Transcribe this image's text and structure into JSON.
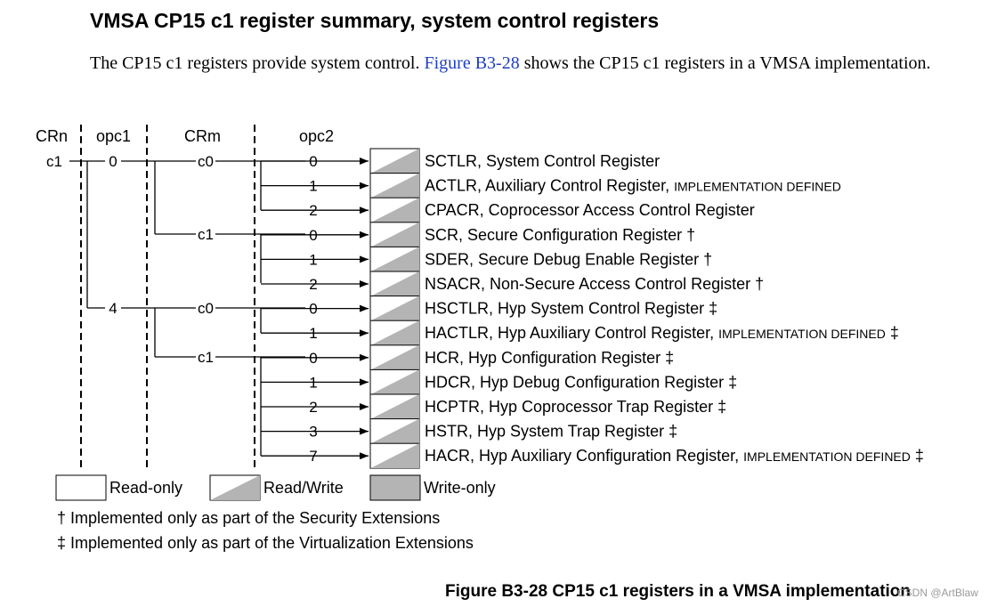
{
  "heading": "VMSA CP15 c1 register summary, system control registers",
  "intro": {
    "before": "The CP15 c1 registers provide system control.",
    "link": "Figure B3-28",
    "after": "shows the CP15 c1 registers in a VMSA implementation."
  },
  "diagram": {
    "column_headers": {
      "crn": "CRn",
      "opc1": "opc1",
      "crm": "CRm",
      "opc2": "opc2"
    },
    "crn_value": "c1",
    "opc1_values": [
      "0",
      "4"
    ],
    "crm_values": [
      "c0",
      "c1",
      "c0",
      "c1"
    ],
    "registers": [
      {
        "opc2": "0",
        "name": "SCTLR, System Control Register",
        "impl": "",
        "mark": ""
      },
      {
        "opc2": "1",
        "name": "ACTLR, Auxiliary Control Register,",
        "impl": "IMPLEMENTATION DEFINED",
        "mark": ""
      },
      {
        "opc2": "2",
        "name": "CPACR, Coprocessor Access Control Register",
        "impl": "",
        "mark": ""
      },
      {
        "opc2": "0",
        "name": "SCR, Secure Configuration Register",
        "impl": "",
        "mark": "†"
      },
      {
        "opc2": "1",
        "name": "SDER, Secure Debug Enable Register",
        "impl": "",
        "mark": "†"
      },
      {
        "opc2": "2",
        "name": "NSACR, Non-Secure Access Control Register",
        "impl": "",
        "mark": "†"
      },
      {
        "opc2": "0",
        "name": "HSCTLR, Hyp System Control Register",
        "impl": "",
        "mark": "‡"
      },
      {
        "opc2": "1",
        "name": "HACTLR, Hyp Auxiliary Control Register,",
        "impl": "IMPLEMENTATION DEFINED",
        "mark": "‡"
      },
      {
        "opc2": "0",
        "name": "HCR, Hyp Configuration Register",
        "impl": "",
        "mark": "‡"
      },
      {
        "opc2": "1",
        "name": "HDCR, Hyp Debug Configuration Register",
        "impl": "",
        "mark": "‡"
      },
      {
        "opc2": "2",
        "name": "HCPTR, Hyp Coprocessor Trap Register",
        "impl": "",
        "mark": "‡"
      },
      {
        "opc2": "3",
        "name": "HSTR, Hyp System Trap Register",
        "impl": "",
        "mark": "‡"
      },
      {
        "opc2": "7",
        "name": "HACR, Hyp Auxiliary Configuration Register,",
        "impl": "IMPLEMENTATION DEFINED",
        "mark": "‡"
      }
    ],
    "register_access": "Read/Write",
    "legend": {
      "read_only": "Read-only",
      "read_write": "Read/Write",
      "write_only": "Write-only"
    },
    "footnotes": [
      "† Implemented only as part of the Security Extensions",
      "‡ Implemented only as part of the Virtualization Extensions"
    ],
    "colors": {
      "box_fill": "#ffffff",
      "box_shade": "#b4b4b4",
      "stroke": "#000000"
    }
  },
  "caption": "Figure B3-28 CP15 c1 registers in a VMSA implementation",
  "watermark": "CSDN @ArtBlaw"
}
